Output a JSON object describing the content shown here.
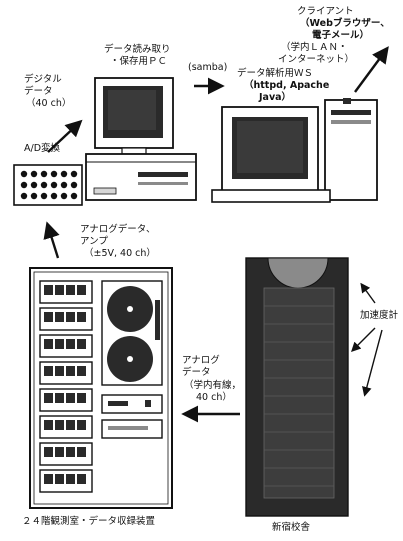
{
  "labels": {
    "client_line1": "クライアント",
    "client_line2": "（Webブラウザー、",
    "client_line3": "電子メール）",
    "lan_line1": "（学内ＬＡＮ・",
    "lan_line2": "インターネット）",
    "pc_line1": "データ読み取り",
    "pc_line2": "・保存用ＰＣ",
    "samba": "(samba)",
    "ws_line1": "データ解析用ＷＳ",
    "ws_line2": "（httpd,  Apache",
    "ws_line3": "Java）",
    "digital_line1": "デジタル",
    "digital_line2": "データ",
    "digital_line3": "（40 ch）",
    "ad_conv": "A/D変換",
    "analog_amp_line1": "アナログデータ、",
    "analog_amp_line2": "アンプ",
    "analog_amp_line3": "（±5V, 40 ch）",
    "accelerometer": "加速度計",
    "analog_line1": "アナログ",
    "analog_line2": "データ",
    "analog_line3": "（学内有線，",
    "analog_line4": "40 ch）",
    "rack_caption": "２４階観測室・データ収録装置",
    "building_caption": "新宿校舎"
  },
  "colors": {
    "ink": "#111111",
    "dark_fill": "#2a2a2a",
    "mid_gray": "#8a8a8a",
    "light_gray": "#d6d6d6",
    "paper": "#ffffff"
  }
}
